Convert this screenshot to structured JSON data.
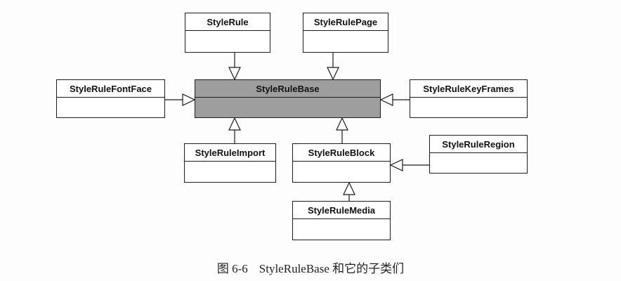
{
  "diagram": {
    "classes": [
      {
        "name": "StyleRule"
      },
      {
        "name": "StyleRulePage"
      },
      {
        "name": "StyleRuleFontFace"
      },
      {
        "name": "StyleRuleBase"
      },
      {
        "name": "StyleRuleKeyFrames"
      },
      {
        "name": "StyleRuleImport"
      },
      {
        "name": "StyleRuleBlock"
      },
      {
        "name": "StyleRuleRegion"
      },
      {
        "name": "StyleRuleMedia"
      }
    ]
  },
  "caption": {
    "figure_number": "图 6-6",
    "text": "StyleRuleBase 和它的子类们"
  },
  "colors": {
    "base_class_fill": "#9e9e9e",
    "class_fill": "#ffffff",
    "line": "#1c1c1c"
  }
}
